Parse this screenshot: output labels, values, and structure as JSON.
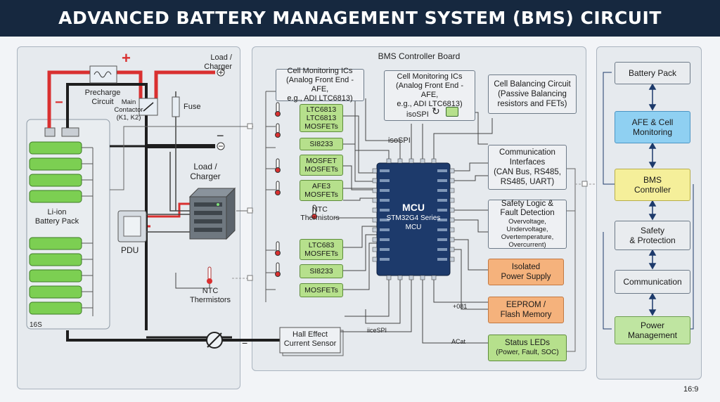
{
  "title": "ADVANCED BATTERY MANAGEMENT SYSTEM (BMS) CIRCUIT ARCHITECTURE",
  "aspect": "16:9",
  "colors": {
    "positive_wire": "#d93030",
    "ground_wire": "#1e1e1e",
    "signal": "#555555",
    "mcu": "#1d3a6b",
    "green_ic": "#b6e08c",
    "orange": "#f5b27c"
  },
  "power": {
    "load_charger_top": [
      "Load /",
      "Charger"
    ],
    "plus": "+",
    "minus": "−",
    "precharge": [
      "Precharge",
      "Circuit"
    ],
    "main_contactor": [
      "Main",
      "Contactor",
      "(K1, K2)"
    ],
    "fuse": "Fuse",
    "load_charger": [
      "Load /",
      "Charger"
    ],
    "battery_pack": [
      "Li-ion",
      "Battery Pack"
    ],
    "series_count": "16S",
    "pdu": "PDU",
    "ntc_thermistors": [
      "NTC",
      "Thermistors"
    ],
    "hall_sensor": [
      "Hall Effect",
      "Current Sensor"
    ]
  },
  "board": {
    "title": "BMS Controller Board",
    "cell_mon_1": [
      "Cell Monitoring ICs",
      "(Analog Front End - AFE,",
      "e.g., ADI LTC6813)"
    ],
    "cell_mon_2": [
      "Cell Monitoring ICs",
      "(Analog Front End - AFE,",
      "e.g., ADI LTC6813)"
    ],
    "isospi_inner": "isoSPI",
    "cell_balancing": [
      "Cell Balancing Circuit",
      "(Passive Balancing",
      "resistors and FETs)"
    ],
    "isospi": "isoSPI",
    "ics": [
      [
        "LTC6813",
        "LTC6813",
        "MOSFETs"
      ],
      [
        "SI8233"
      ],
      [
        "MOSFET",
        "MOSFETs"
      ],
      [
        "AFE3",
        "MOSFETs"
      ],
      [
        "LTC683",
        "MOSFETs"
      ],
      [
        "SI8233"
      ],
      [
        "MOSFETs"
      ]
    ],
    "ntc_center": [
      "NTC",
      "Thermistors"
    ],
    "mcu": [
      "MCU",
      "STM32G4 Series",
      "MCU"
    ],
    "comm_interfaces": [
      "Communication",
      "Interfaces",
      "(CAN Bus, RS485,",
      "RS485, UART)"
    ],
    "safety_logic": [
      "Safety Logic &",
      "Fault Detection",
      "Overvoltage, Undervoltage,",
      "Overtemperature,",
      "Overcurrent)"
    ],
    "isolated_power": [
      "Isolated",
      "Power Supply"
    ],
    "eeprom": [
      "EEPROM /",
      "Flash Memory"
    ],
    "status_leds": [
      "Status LEDs",
      "(Power, Fault, SOC)"
    ],
    "label_081": "+081",
    "label_isospi_bottom": "iiceSPI",
    "label_acat": "ACat"
  },
  "flow": [
    "Battery Pack",
    "AFE & Cell\nMonitoring",
    "BMS\nController",
    "Safety\n& Protection",
    "Communication",
    "Power\nManagement"
  ]
}
